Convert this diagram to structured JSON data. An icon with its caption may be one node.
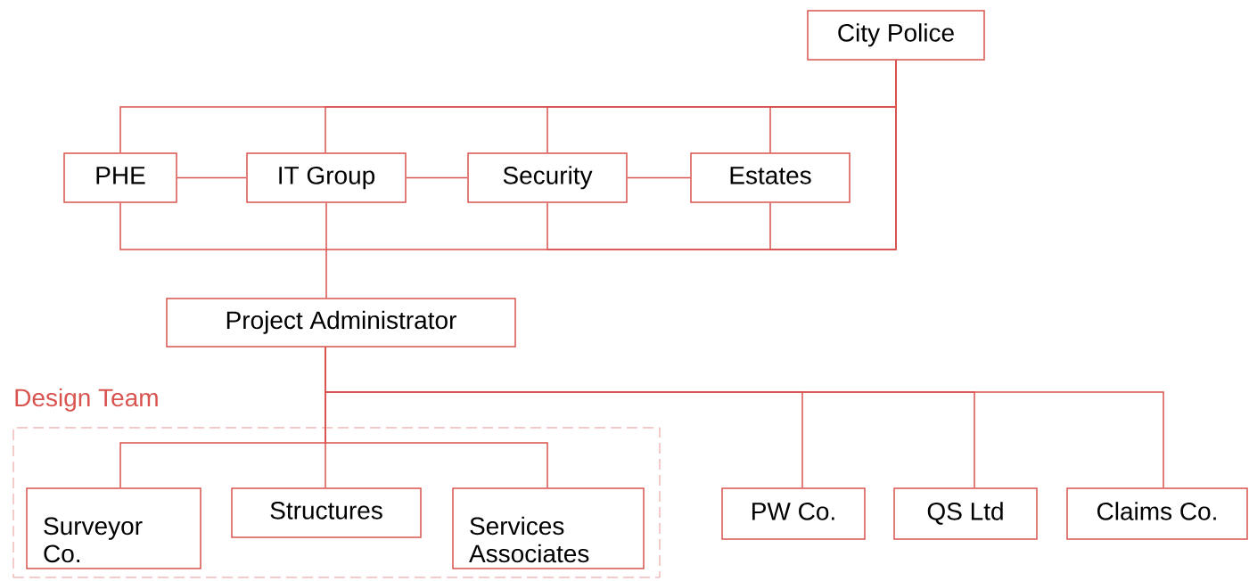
{
  "diagram": {
    "nodes": [
      {
        "text": [
          "City Police"
        ]
      },
      {
        "text": [
          "PHE"
        ]
      },
      {
        "text": [
          "IT Group"
        ]
      },
      {
        "text": [
          "Security"
        ]
      },
      {
        "text": [
          "Estates"
        ]
      },
      {
        "text": [
          "Project Administrator"
        ]
      },
      {
        "text": [
          "Design Team"
        ]
      },
      {
        "text": [
          "Surveyor Co."
        ],
        "in": 6
      },
      {
        "text": [
          "Structures"
        ],
        "in": 6
      },
      {
        "text": [
          "Services Associates"
        ],
        "in": 6
      },
      {
        "text": [
          "PW Co."
        ]
      },
      {
        "text": [
          "QS Ltd"
        ]
      },
      {
        "text": [
          "Claims Co."
        ]
      }
    ],
    "edges": [
      {
        "from": 0,
        "to": 1,
        "arrow": "none"
      },
      {
        "from": 0,
        "to": 2,
        "arrow": "none"
      },
      {
        "from": 0,
        "to": 3,
        "arrow": "none"
      },
      {
        "from": 0,
        "to": 4,
        "arrow": "none"
      },
      {
        "from": 1,
        "to": 2,
        "arrow": "none"
      },
      {
        "from": 2,
        "to": 3,
        "arrow": "none"
      },
      {
        "from": 3,
        "to": 4,
        "arrow": "none"
      },
      {
        "from": 1,
        "to": 0,
        "arrow": "none"
      },
      {
        "from": 3,
        "to": 0,
        "arrow": "none"
      },
      {
        "from": 4,
        "to": 0,
        "arrow": "none"
      },
      {
        "from": 2,
        "to": 5,
        "arrow": "none"
      },
      {
        "from": 5,
        "to": 7,
        "arrow": "none"
      },
      {
        "from": 5,
        "to": 8,
        "arrow": "none"
      },
      {
        "from": 5,
        "to": 9,
        "arrow": "none"
      },
      {
        "from": 5,
        "to": 10,
        "arrow": "none"
      },
      {
        "from": 5,
        "to": 11,
        "arrow": "none"
      },
      {
        "from": 5,
        "to": 12,
        "arrow": "none"
      }
    ]
  }
}
